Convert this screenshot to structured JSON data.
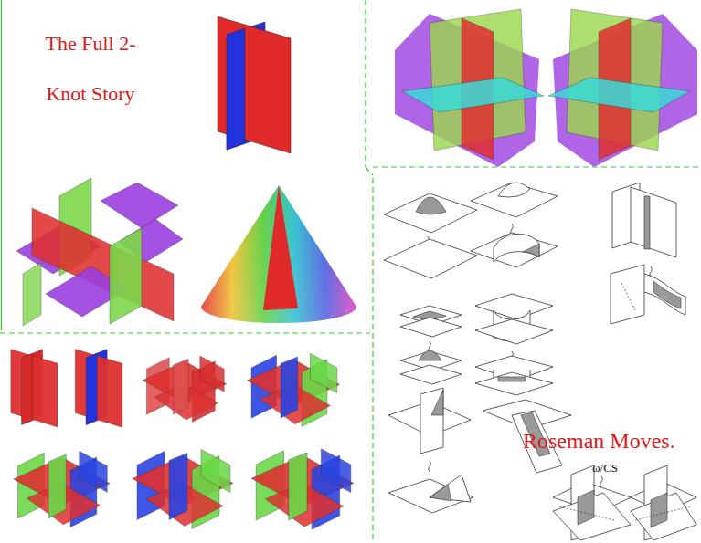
{
  "diagram": {
    "title": "The Full 2-Knot Story",
    "labels": [
      "Roseman Moves.",
      "ω/CS"
    ]
  }
}
